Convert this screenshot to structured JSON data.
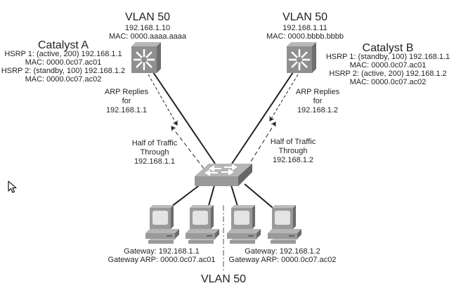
{
  "catalyst_a": {
    "vlan_label": "VLAN  50",
    "ip": "192.168.1.10",
    "mac": "MAC: 0000.aaaa.aaaa",
    "name": "Catalyst A",
    "hsrp1": "HSRP 1: (active, 200) 192.168.1.1",
    "hsrp1_mac": "MAC: 0000.0c07.ac01",
    "hsrp2": "HSRP 2: (standby, 100) 192.168.1.2",
    "hsrp2_mac": "MAC: 0000.0c07.ac02",
    "arp_label": [
      "ARP Replies",
      "for",
      "192.168.1.1"
    ],
    "traffic_label": [
      "Half of Traffic",
      "Through",
      "192.168.1.1"
    ]
  },
  "catalyst_b": {
    "vlan_label": "VLAN  50",
    "ip": "192.168.1.11",
    "mac": "MAC: 0000.bbbb.bbbb",
    "name": "Catalyst B",
    "hsrp1": "HSRP 1: (standby, 100) 192.168.1.1",
    "hsrp1_mac": "MAC: 0000.0c07.ac01",
    "hsrp2": "HSRP 2: (active, 200) 192.168.1.2",
    "hsrp2_mac": "MAC: 0000.0c07.ac02",
    "arp_label": [
      "ARP Replies",
      "for",
      "192.168.1.2"
    ],
    "traffic_label": [
      "Half of Traffic",
      "Through",
      "192.168.1.2"
    ]
  },
  "hosts_left": {
    "gateway": "Gateway: 192.168.1.1",
    "gateway_arp": "Gateway ARP: 0000.0c07.ac01"
  },
  "hosts_right": {
    "gateway": "Gateway: 192.168.1.2",
    "gateway_arp": "Gateway ARP: 0000.0c07.ac02"
  },
  "bottom_label": "VLAN 50"
}
